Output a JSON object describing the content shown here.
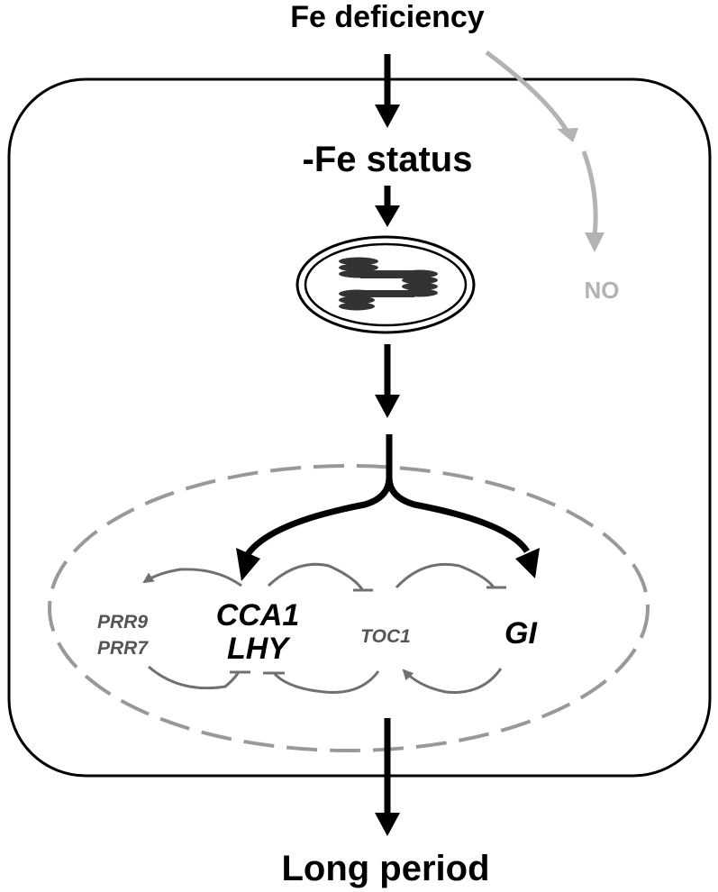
{
  "labels": {
    "top": "Fe deficiency",
    "status": "-Fe status",
    "no": "NO",
    "bottom": "Long period"
  },
  "genes": {
    "prr9": "PRR9",
    "prr7": "PRR7",
    "cca1": "CCA1",
    "lhy": "LHY",
    "toc1": "TOC1",
    "gi": "GI"
  },
  "colors": {
    "main": "#000000",
    "grey_arrow": "#b3b3b3",
    "loop": "#707070",
    "nucleus_dash": "#999999"
  }
}
